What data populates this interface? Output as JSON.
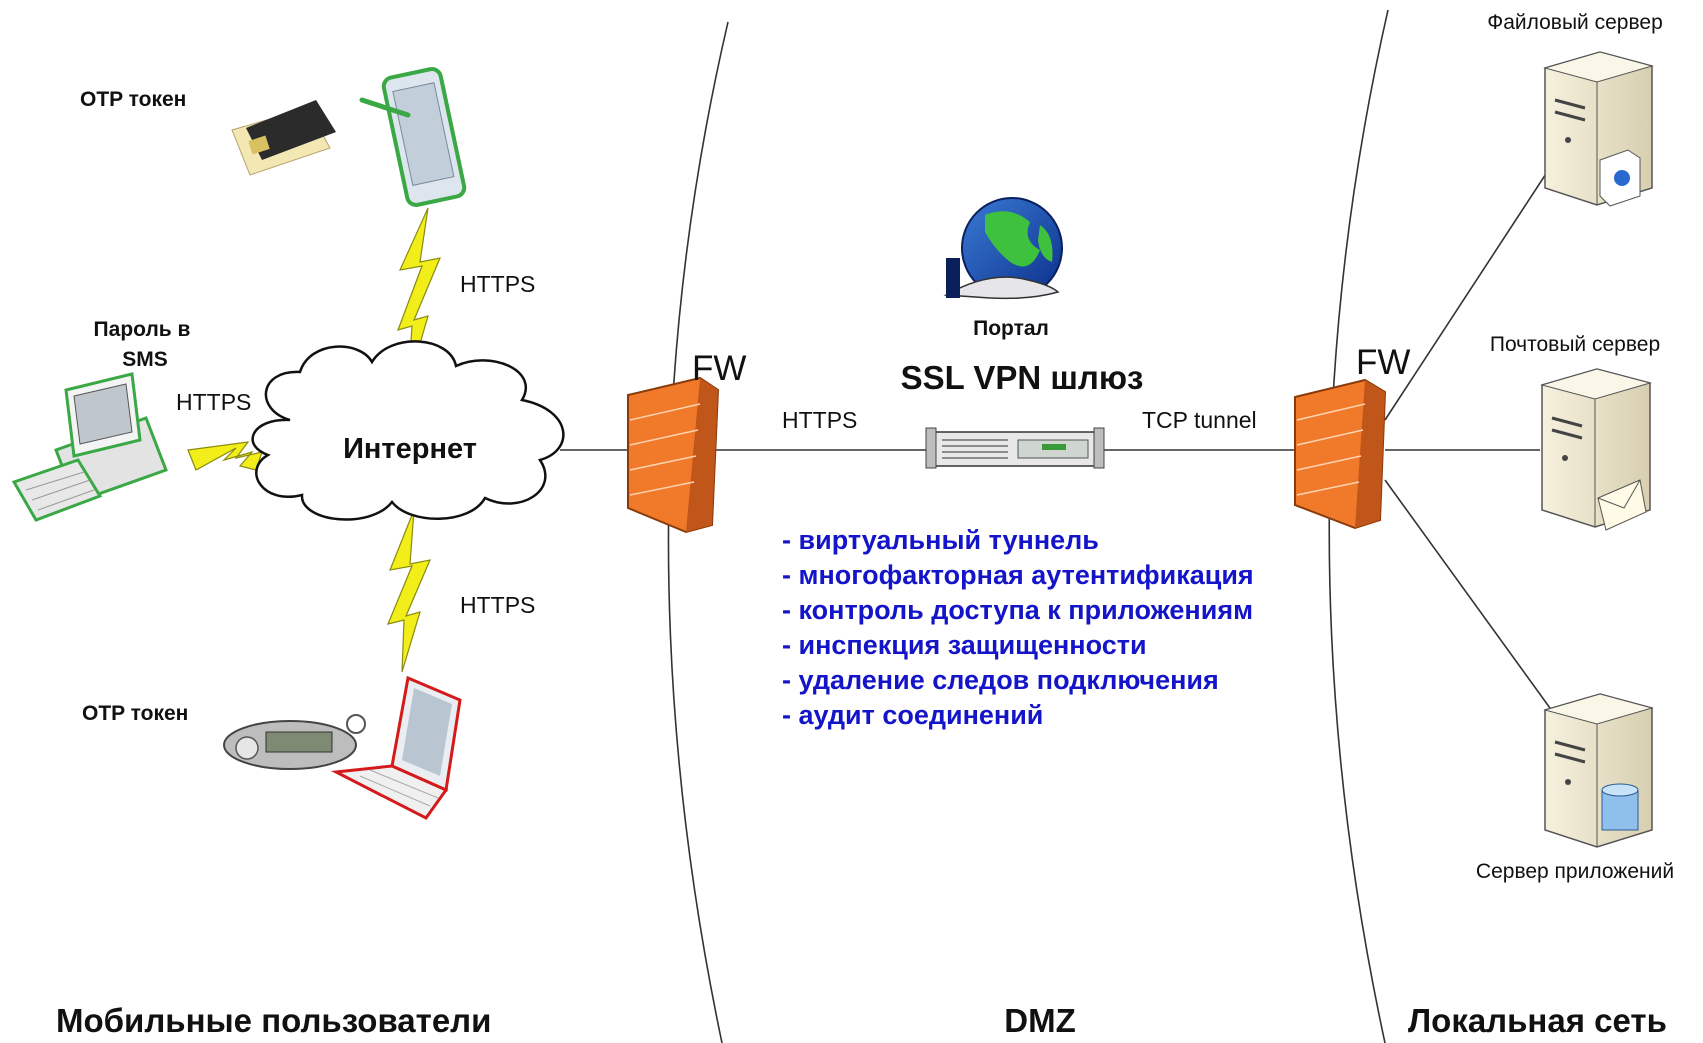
{
  "zones": {
    "left": "Мобильные пользователи",
    "middle": "DMZ",
    "right": "Локальная сеть"
  },
  "internet": {
    "label": "Интернет"
  },
  "devices": {
    "otp_token_top": "OTP токен",
    "sms_password_line1": "Пароль в",
    "sms_password_line2": "SMS",
    "otp_token_bottom": "OTP токен"
  },
  "links": {
    "https_tablet": "HTTPS",
    "https_desktop": "HTTPS",
    "https_laptop": "HTTPS",
    "https_dmz": "HTTPS",
    "tcp_tunnel": "TCP tunnel"
  },
  "firewalls": {
    "left": "FW",
    "right": "FW"
  },
  "gateway": {
    "portal_label": "Портал",
    "title": "SSL VPN шлюз"
  },
  "features": [
    "- виртуальный туннель",
    "- многофакторная аутентификация",
    "- контроль доступа к приложениям",
    "- инспекция защищенности",
    "- удаление следов подключения",
    "- аудит соединений"
  ],
  "servers": {
    "file": "Файловый сервер",
    "mail": "Почтовый сервер",
    "app": "Сервер приложений"
  },
  "colors": {
    "firewall": "#f07a2a",
    "feature_text": "#1414c8",
    "lightning": "#f2ee1a",
    "tablet_outline": "#3aa845",
    "desktop_outline": "#3aa845",
    "laptop_outline": "#d41a1a"
  }
}
